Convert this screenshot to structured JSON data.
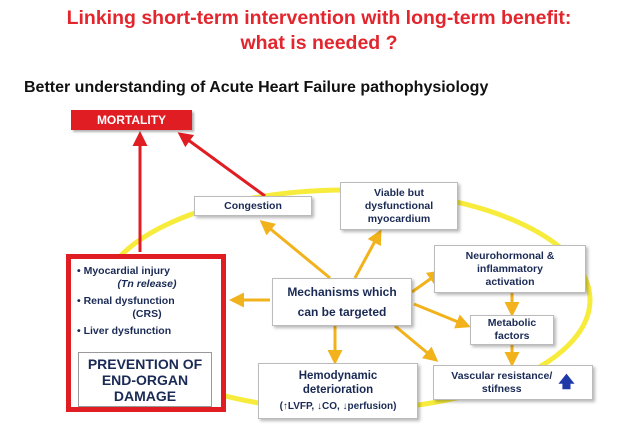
{
  "header": {
    "title_line1": "Linking short-term intervention with long-term benefit:",
    "title_line2": "what is needed ?",
    "subtitle": "Better understanding of Acute Heart Failure pathophysiology"
  },
  "nodes": {
    "mortality": "MORTALITY",
    "congestion": "Congestion",
    "viable": "Viable but\ndysfunctional\nmyocardium",
    "neurohormonal": "Neurohormonal &\ninflammatory\nactivation",
    "mechanisms": "Mechanisms which\ncan be targeted",
    "metabolic": "Metabolic\nfactors",
    "vascular": "Vascular resistance/\nstifness",
    "hemo_title": "Hemodynamic\ndeterioration",
    "hemo_detail": "(↑LVFP, ↓CO, ↓perfusion)"
  },
  "end_organ": {
    "items": [
      {
        "label": "Myocardial injury",
        "sub": "(Tn release)"
      },
      {
        "label": "Renal dysfunction",
        "sub": "(CRS)"
      },
      {
        "label": "Liver dysfunction",
        "sub": ""
      }
    ],
    "prevention": "PREVENTION OF\nEND-ORGAN\nDAMAGE"
  },
  "colors": {
    "title_red": "#e3262e",
    "arrow_red": "#e01d23",
    "arrow_orange": "#f2b21b",
    "ring_yellow": "#f7ec3c",
    "box_text": "#1a2a55",
    "up_arrow": "#1f3aa8"
  }
}
